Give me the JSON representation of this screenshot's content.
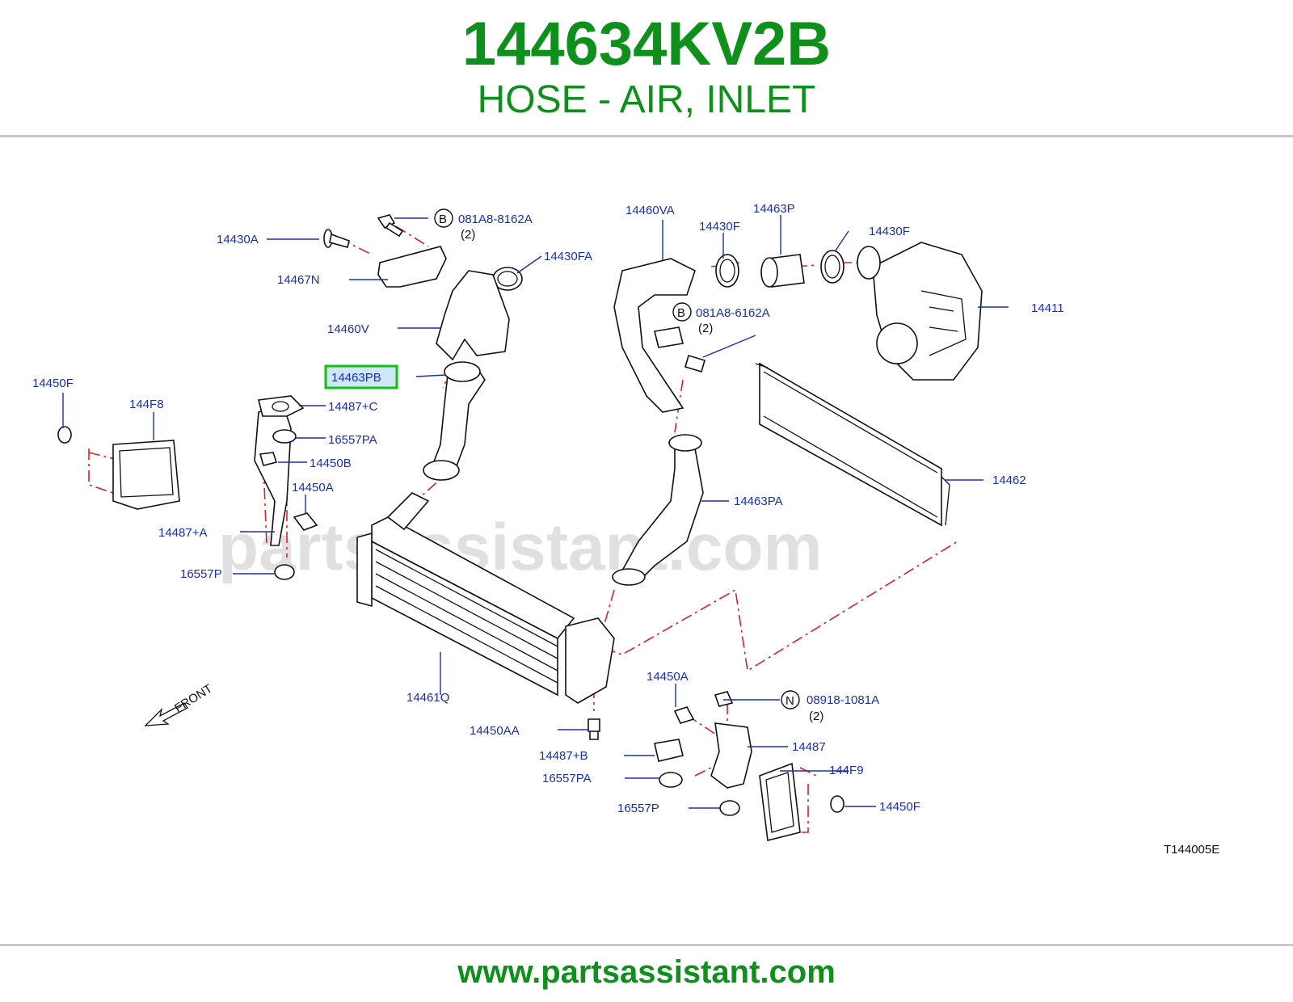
{
  "header": {
    "part_number": "144634KV2B",
    "description": "HOSE - AIR, INLET"
  },
  "footer": {
    "url": "www.partsassistant.com"
  },
  "watermark": "partsassistant.com",
  "diagram": {
    "ref_code": "T144005E",
    "front_label": "FRONT",
    "highlighted_label": "14463PB",
    "labels": {
      "l14430A": "14430A",
      "l081A8_8162A": "081A8-8162A",
      "l081A8_8162A_qty": "(2)",
      "l14430FA": "14430FA",
      "l14467N": "14467N",
      "l14460V": "14460V",
      "l14463PB": "14463PB",
      "l14450F_left": "14450F",
      "l144F8": "144F8",
      "l14487C": "14487+C",
      "l16557PA_upper": "16557PA",
      "l14450B": "14450B",
      "l14450A_left": "14450A",
      "l14487A": "14487+A",
      "l16557P_left": "16557P",
      "l14460VA": "14460VA",
      "l14430F_mid": "14430F",
      "l14463P": "14463P",
      "l14430F_right": "14430F",
      "l081A8_6162A": "081A8-6162A",
      "l081A8_6162A_qty": "(2)",
      "l14411": "14411",
      "l14462": "14462",
      "l14463PA": "14463PA",
      "l14461Q": "14461Q",
      "l14450AA": "14450AA",
      "l14450A_lower": "14450A",
      "l08918_1081A": "08918-1081A",
      "l08918_1081A_qty": "(2)",
      "l14487": "14487",
      "l144F9": "144F9",
      "l14487B": "14487+B",
      "l16557PA_lower": "16557PA",
      "l16557P_lower": "16557P",
      "l14450F_right": "14450F"
    },
    "callouts": {
      "bolt_b": "B",
      "nut_n": "N"
    },
    "colors": {
      "title_green": "#0f8f1c",
      "label_blue": "#1a2fb0",
      "chain_red": "#e02020",
      "highlight_border": "#12c012",
      "highlight_fill": "#cfe6f8"
    }
  }
}
